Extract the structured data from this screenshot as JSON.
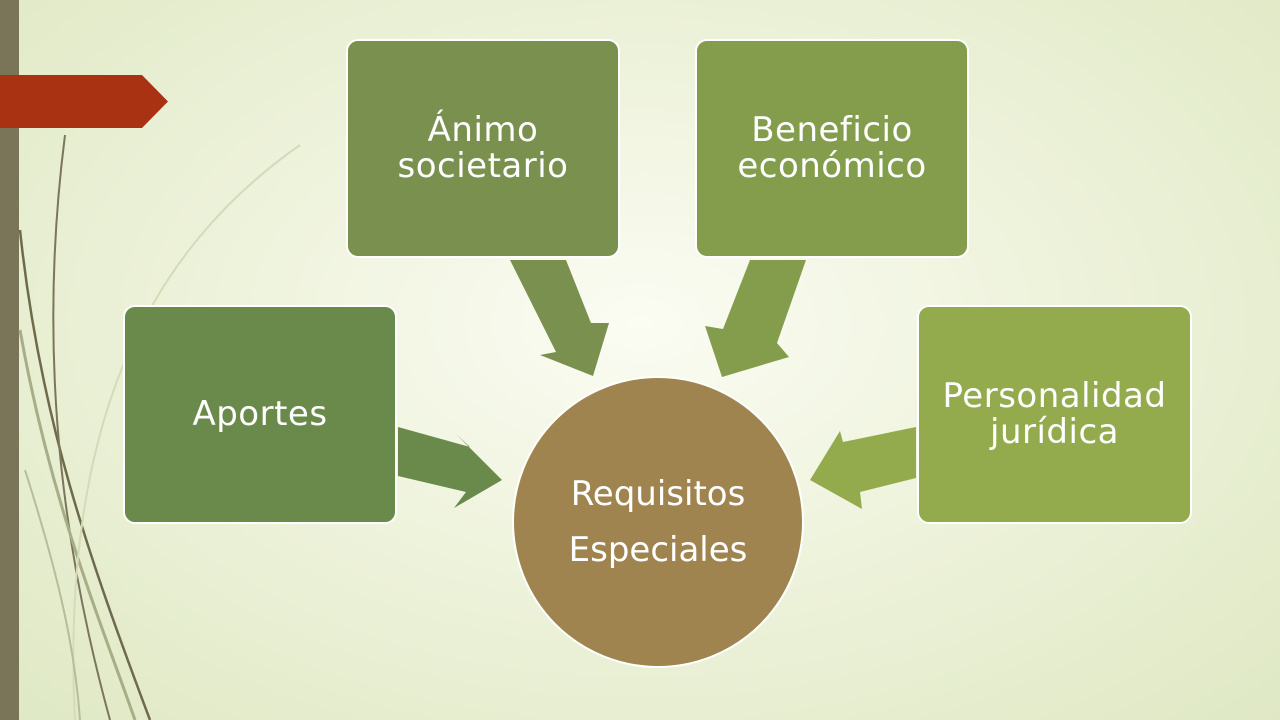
{
  "diagram": {
    "center": {
      "line1": "Requisitos",
      "line2": "Especiales"
    },
    "nodes": {
      "aportes": "Aportes",
      "animo": "Ánimo societario",
      "beneficio": "Beneficio económico",
      "personalidad": "Personalidad jurídica"
    }
  },
  "colors": {
    "accent_flag": "#a83212",
    "circle": "#a08450",
    "aportes": "#6a8a4b",
    "animo": "#7a904e",
    "beneficio": "#849d4c",
    "personalidad": "#93ab4c"
  }
}
